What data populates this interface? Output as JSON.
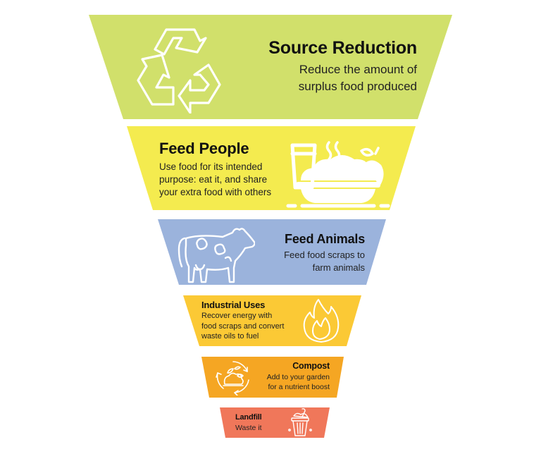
{
  "diagram": {
    "type": "inverted-pyramid",
    "levels": [
      {
        "id": "source-reduction",
        "title": "Source Reduction",
        "description": "Reduce the amount of\nsurplus food produced",
        "icon": "recycle-icon",
        "color": "#d1e06b"
      },
      {
        "id": "feed-people",
        "title": "Feed People",
        "description": "Use food for its intended\npurpose: eat it, and share\nyour extra food with others",
        "icon": "meal-icon",
        "color": "#f4eb4f"
      },
      {
        "id": "feed-animals",
        "title": "Feed Animals",
        "description": "Feed food scraps to\nfarm animals",
        "icon": "cow-icon",
        "color": "#9bb3dc"
      },
      {
        "id": "industrial-uses",
        "title": "Industrial Uses",
        "description": "Recover energy with\nfood scraps and convert\nwaste oils to fuel",
        "icon": "flame-icon",
        "color": "#fbc935"
      },
      {
        "id": "compost",
        "title": "Compost",
        "description": "Add to your garden\nfor a nutrient boost",
        "icon": "compost-icon",
        "color": "#f5a623"
      },
      {
        "id": "landfill",
        "title": "Landfill",
        "description": "Waste it",
        "icon": "trash-can-icon",
        "color": "#f0775a"
      }
    ]
  }
}
